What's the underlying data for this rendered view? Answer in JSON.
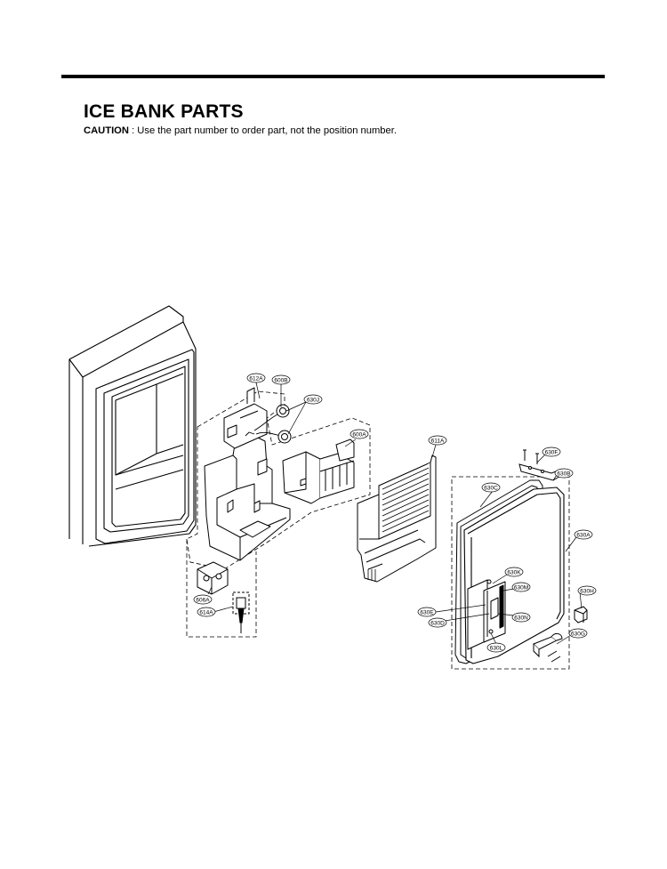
{
  "header": {
    "title": "ICE BANK PARTS",
    "caution_label": "CAUTION",
    "caution_text": " : Use the part number to order part, not the position number."
  },
  "callouts": {
    "c612A": "612A",
    "c600B": "600B",
    "c630J": "630J",
    "c600A": "600A",
    "c611A": "611A",
    "c630F": "630F",
    "c630B": "630B",
    "c630C": "630C",
    "c630A": "630A",
    "c630K": "630K",
    "c630M": "630M",
    "c630H": "630H",
    "c630E": "630E",
    "c630D": "630D",
    "c630N": "630N",
    "c630G": "630G",
    "c630L": "630L",
    "c606A": "606A",
    "c614A": "614A"
  }
}
